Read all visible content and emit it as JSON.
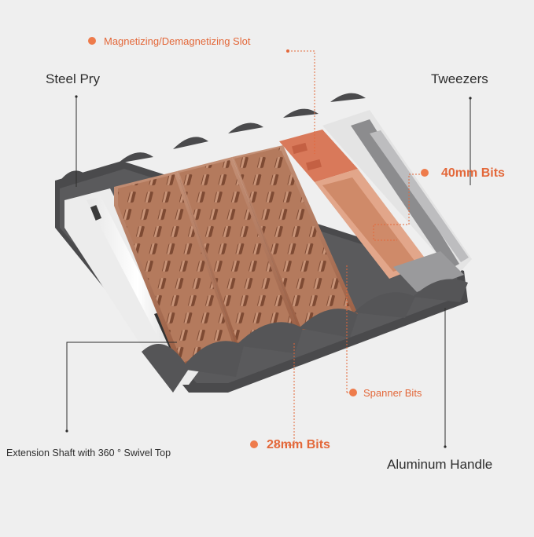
{
  "labels": {
    "magnet_slot": "Magnetizing/Demagnetizing Slot",
    "steel_pry": "Steel Pry",
    "tweezers": "Tweezers",
    "bits_40mm": "40mm Bits",
    "extension_shaft": "Extension Shaft with 360 ° Swivel Top",
    "spanner_bits": "Spanner Bits",
    "bits_28mm": "28mm Bits",
    "aluminum_handle": "Aluminum Handle"
  },
  "colors": {
    "background": "#efefef",
    "tray": "#4a4a4c",
    "bits": "#a96a4c",
    "slot_orange": "#d9795a",
    "callout_orange": "#e3683a",
    "text_dark": "#2d2d2d"
  }
}
